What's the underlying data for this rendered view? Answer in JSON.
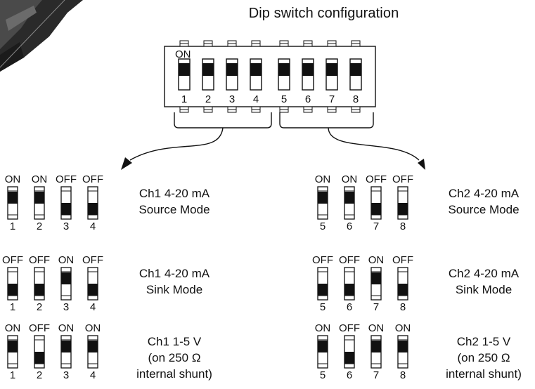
{
  "title": "Dip switch configuration",
  "main_switch": {
    "on_label": "ON",
    "numbers": [
      "1",
      "2",
      "3",
      "4",
      "5",
      "6",
      "7",
      "8"
    ]
  },
  "configs": [
    {
      "states": [
        "ON",
        "ON",
        "OFF",
        "OFF"
      ],
      "numbers": [
        "1",
        "2",
        "3",
        "4"
      ],
      "lines": [
        "Ch1 4-20 mA",
        "Source Mode"
      ]
    },
    {
      "states": [
        "OFF",
        "OFF",
        "ON",
        "OFF"
      ],
      "numbers": [
        "1",
        "2",
        "3",
        "4"
      ],
      "lines": [
        "Ch1 4-20 mA",
        "Sink Mode"
      ]
    },
    {
      "states": [
        "ON",
        "OFF",
        "ON",
        "ON"
      ],
      "numbers": [
        "1",
        "2",
        "3",
        "4"
      ],
      "lines": [
        "Ch1 1-5 V",
        "(on 250 Ω",
        "internal shunt)"
      ]
    },
    {
      "states": [
        "ON",
        "ON",
        "OFF",
        "OFF"
      ],
      "numbers": [
        "5",
        "6",
        "7",
        "8"
      ],
      "lines": [
        "Ch2 4-20 mA",
        "Source Mode"
      ]
    },
    {
      "states": [
        "OFF",
        "OFF",
        "ON",
        "OFF"
      ],
      "numbers": [
        "5",
        "6",
        "7",
        "8"
      ],
      "lines": [
        "Ch2 4-20 mA",
        "Sink Mode"
      ]
    },
    {
      "states": [
        "ON",
        "OFF",
        "ON",
        "ON"
      ],
      "numbers": [
        "5",
        "6",
        "7",
        "8"
      ],
      "lines": [
        "Ch2 1-5 V",
        "(on 250 Ω",
        "internal shunt)"
      ]
    }
  ]
}
